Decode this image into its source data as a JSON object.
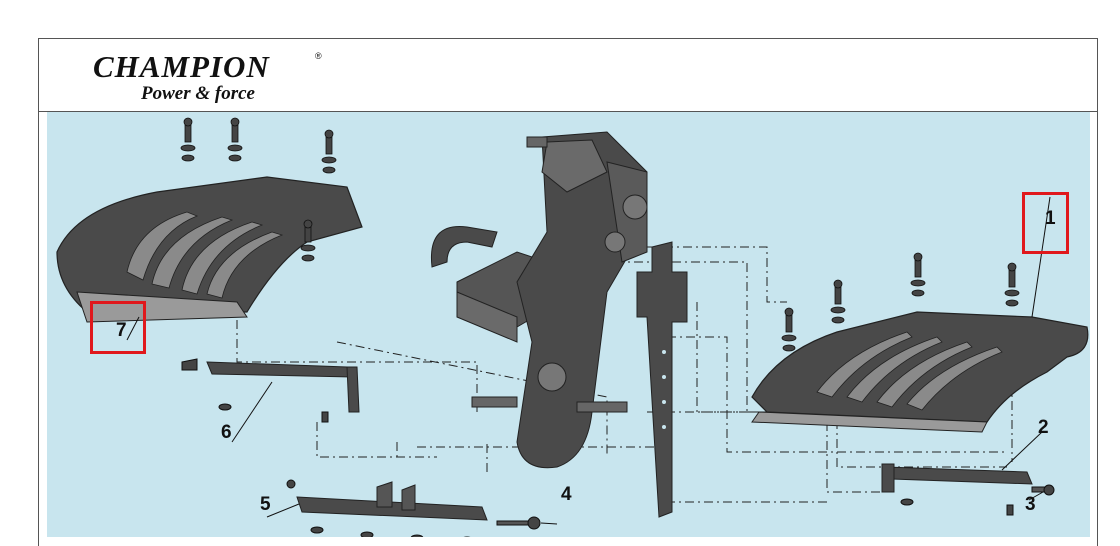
{
  "header": {
    "logo_main": "CHAMPION",
    "logo_reg": "®",
    "logo_sub": "Power & force"
  },
  "callouts": {
    "c1": "1",
    "c2": "2",
    "c3": "3",
    "c4": "4",
    "c5": "5",
    "c6": "6",
    "c7": "7"
  },
  "highlighted_callouts": [
    "1",
    "7"
  ],
  "colors": {
    "background": "#c8e5ee",
    "highlight": "#e0181c",
    "part_fill": "#4a4a4a",
    "part_edge": "#a0a0a0"
  }
}
